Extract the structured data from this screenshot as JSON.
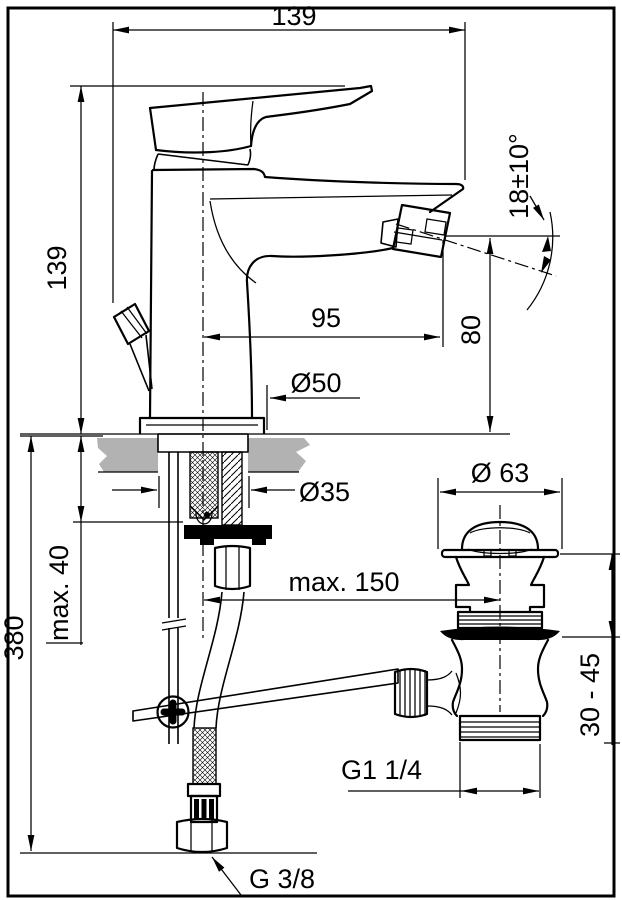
{
  "drawing": {
    "title": "Bidet single-lever mixer with pop-up waste — dimensional installation drawing",
    "units": "mm",
    "colors": {
      "line": "#000000",
      "counter_section_fill": "#b2b2b2",
      "background": "#ffffff"
    }
  },
  "dims": {
    "width_top": "139",
    "height_body": "139",
    "spout_reach": "95",
    "outlet_height": "80",
    "outlet_angle": "18±10°",
    "base_diameter": "Ø50",
    "hole_diameter": "Ø35",
    "waste_flange_diameter": "Ø 63",
    "max_deck_thickness": "max. 40",
    "max_waste_offset": "max. 150",
    "total_depth": "380",
    "clamp_range": "30 - 45",
    "waste_thread": "G1 1/4",
    "supply_thread": "G 3/8"
  }
}
